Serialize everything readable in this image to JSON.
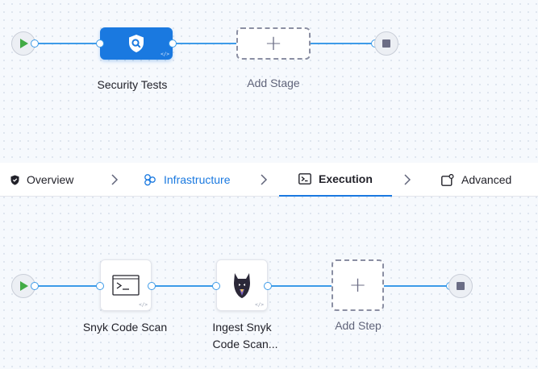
{
  "pipeline": {
    "stage": {
      "name": "Security Tests",
      "icon": "shield-search-icon"
    },
    "add_stage_label": "Add Stage"
  },
  "tabs": [
    {
      "label": "Overview",
      "icon": "shield-icon",
      "state": "default"
    },
    {
      "label": "Infrastructure",
      "icon": "infrastructure-icon",
      "state": "link"
    },
    {
      "label": "Execution",
      "icon": "execution-icon",
      "state": "active"
    },
    {
      "label": "Advanced",
      "icon": "advanced-icon",
      "state": "default"
    }
  ],
  "execution": {
    "steps": [
      {
        "name": "Snyk Code Scan",
        "icon": "terminal-icon"
      },
      {
        "name_line1": "Ingest Snyk",
        "name_line2": "Code Scan...",
        "icon": "snyk-logo-icon"
      }
    ],
    "add_step_label": "Add Step"
  },
  "colors": {
    "accent": "#1a79e0",
    "connector": "#3d9be8",
    "start": "#42ab45",
    "stop": "#6b6d85"
  }
}
